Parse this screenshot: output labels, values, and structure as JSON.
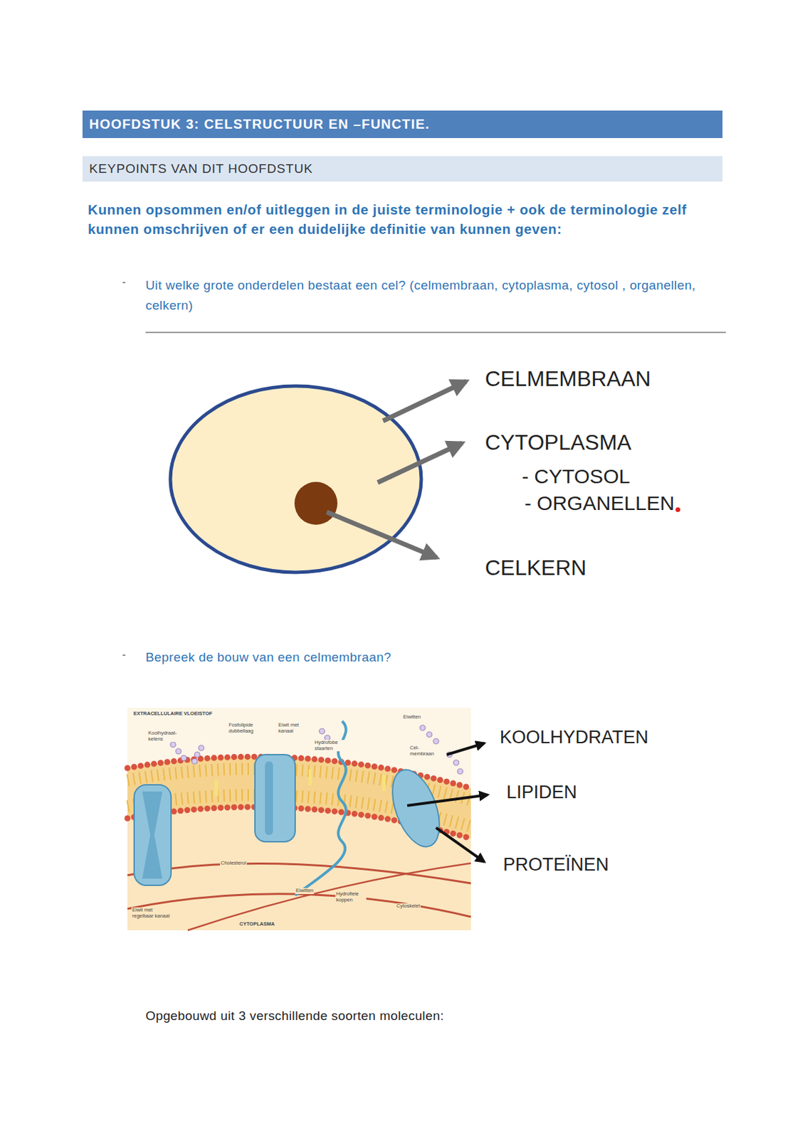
{
  "diagram": {
    "title": "HOOFDSTUK 3: CELSTRUCTUUR EN –FUNCTIE.",
    "nodes": [
      {
        "text": [
          "KEYPOINTS VAN DIT HOOFDSTUK"
        ]
      }
    ],
    "labels": [
      "Kunnen opsommen en/of uitleggen in de juiste terminologie + ook de terminologie zelf kunnen omschrijven of er een duidelijke definitie van kunnen geven:",
      "-",
      "Uit welke grote onderdelen bestaat een cel? (celmembraan, cytoplasma, cytosol , organellen, celkern)",
      "CELMEMBRAAN",
      "CYTOPLASMA",
      "- CYTOSOL",
      "- ORGANELLEN",
      "CELKERN",
      "-",
      "Bepreek de bouw van een celmembraan?",
      "EXTRACELLULAIRE VLOEISTOF",
      "Koolhydraat-ketens",
      "Fosfolipide dubbellaag",
      "Eiwit met kanaal",
      "Hydrofobe staarten",
      "Eiwitten",
      "Cel-membraan",
      "Cholesterol",
      "Eiwitten",
      "Hydrofiele koppen",
      "Cytoskelet",
      "Eiwit met regelbaar kanaal",
      "CYTOPLASMA",
      "KOOLHYDRATEN",
      "LIPIDEN",
      "PROTEÏNEN",
      "Opgebouwd uit 3 verschillende soorten moleculen:"
    ]
  }
}
